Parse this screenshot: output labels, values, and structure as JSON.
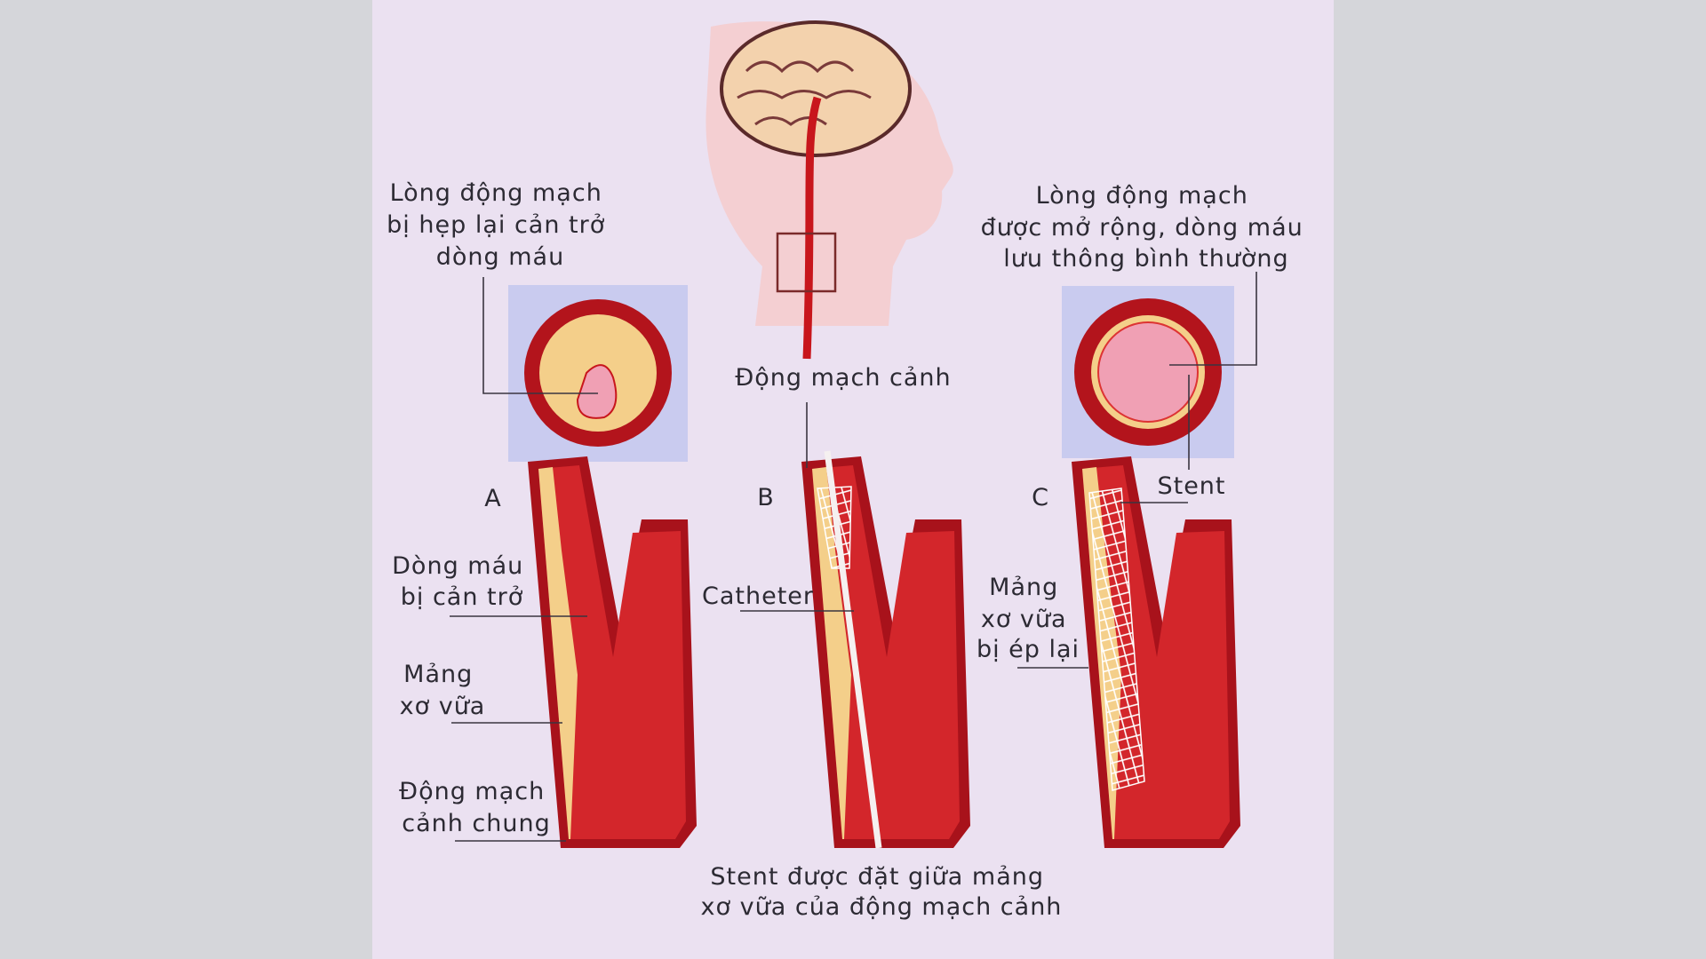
{
  "title_labels": {
    "narrowed_lumen": [
      "Lòng động mạch",
      "bị hẹp lại cản trở",
      "dòng máu"
    ],
    "widened_lumen": [
      "Lòng động mạch",
      "được mở rộng, dòng máu",
      "lưu thông bình thường"
    ],
    "carotid_artery": "Động mạch cảnh",
    "stent": "Stent"
  },
  "panels": {
    "a": {
      "letter": "A",
      "blocked_flow": [
        "Dòng máu",
        "bị cản trở"
      ],
      "plaque": [
        "Mảng",
        "xơ vữa"
      ],
      "common_carotid": [
        "Động mạch",
        "cảnh chung"
      ]
    },
    "b": {
      "letter": "B",
      "catheter": "Catheter"
    },
    "c": {
      "letter": "C",
      "compressed_plaque": [
        "Mảng",
        "xơ vữa",
        "bị ép lại"
      ]
    }
  },
  "caption": [
    "Stent được đặt giữa mảng",
    "xơ vữa của động mạch cảnh"
  ],
  "colors": {
    "background": "#ebe1f1",
    "artery_dark": "#a8121b",
    "artery": "#d3262b",
    "plaque": "#f4cf8a",
    "lumen": "#f0a0b4",
    "cross_bg": "#c9cbef"
  }
}
